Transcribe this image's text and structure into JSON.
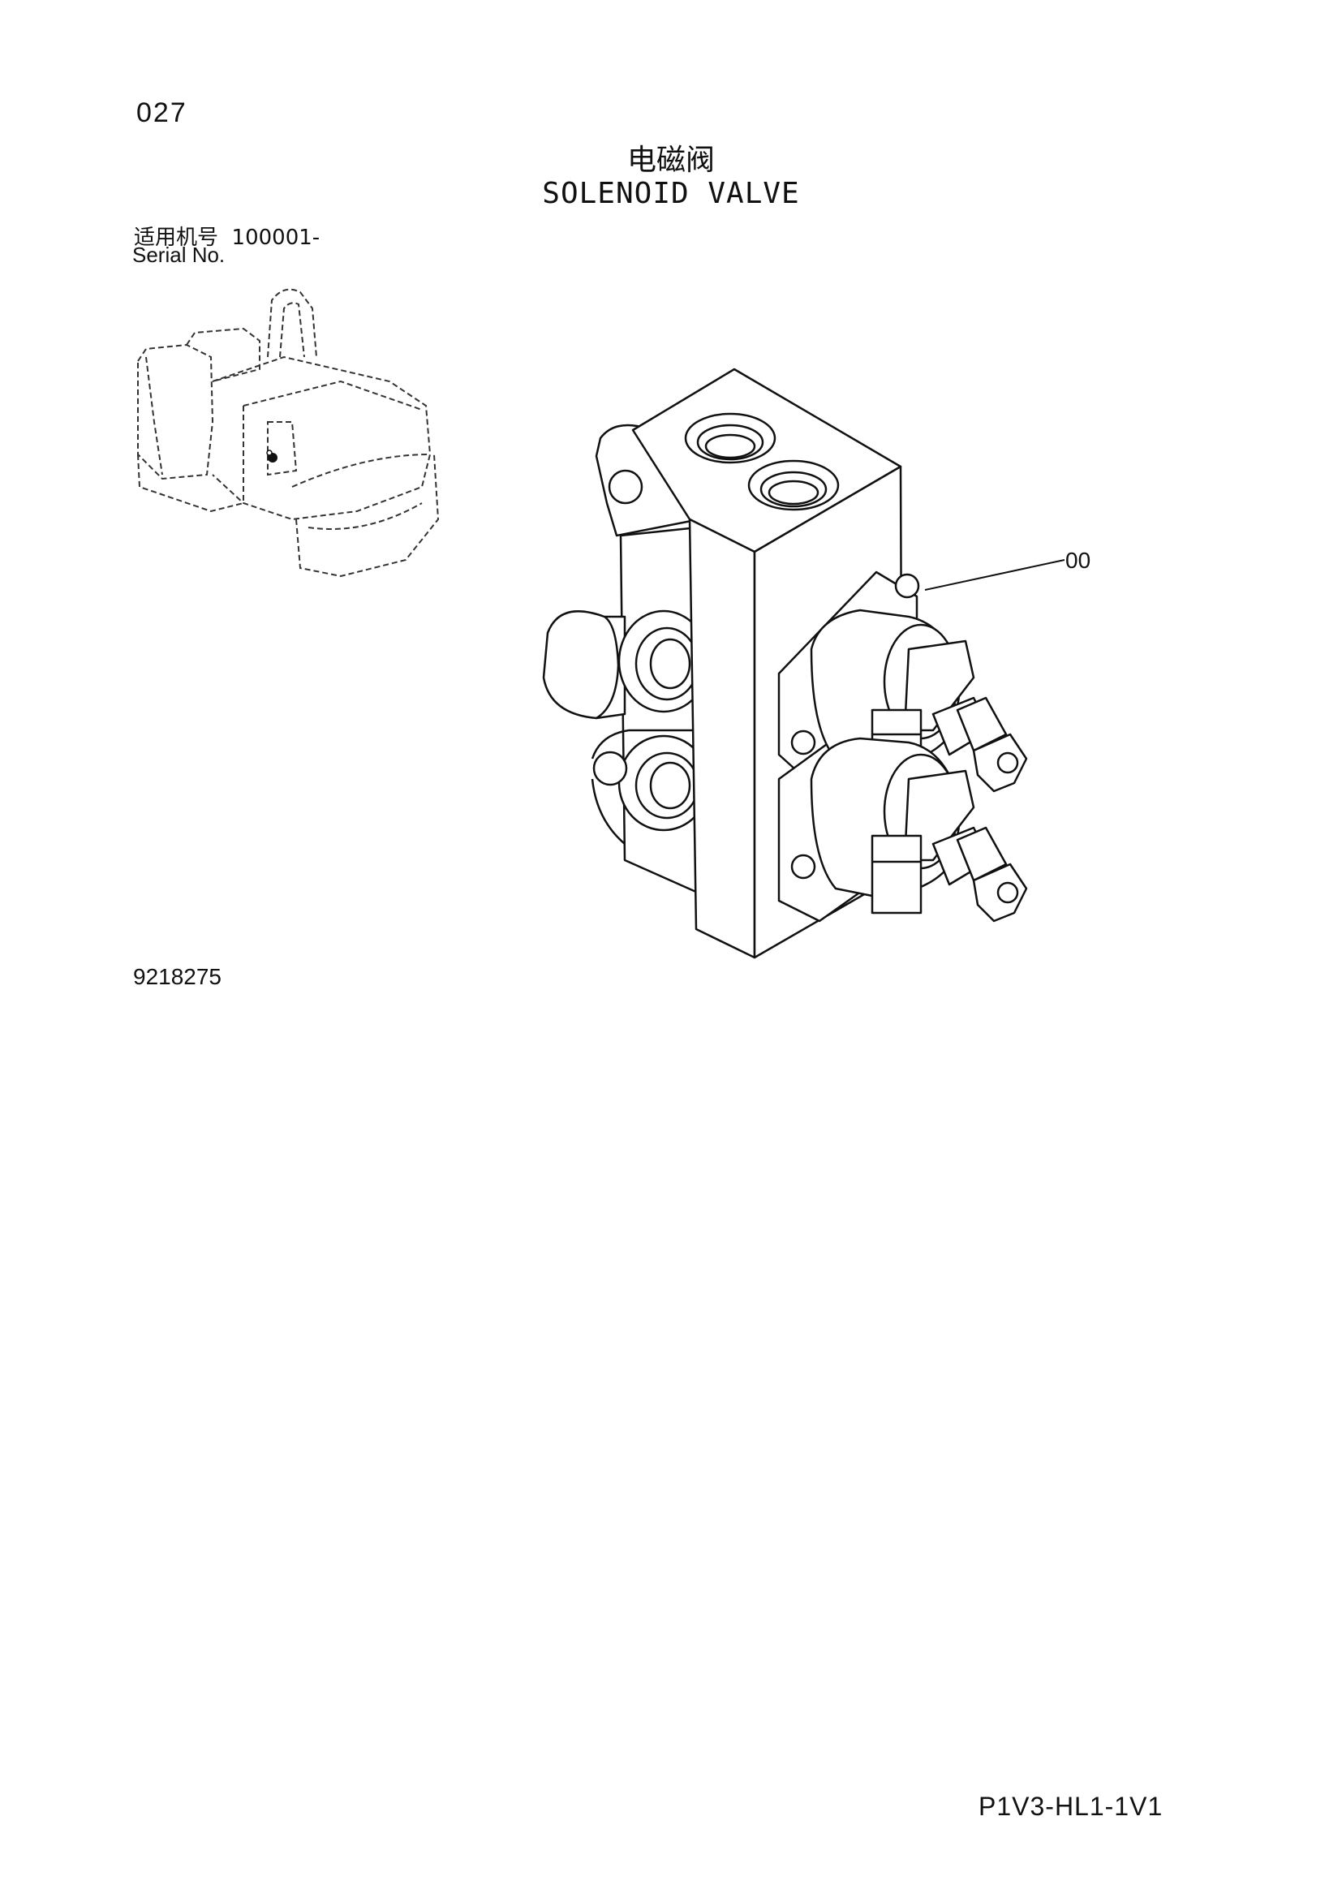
{
  "page": {
    "number": "027",
    "title_cn": "电磁阀",
    "title_en": "SOLENOID VALVE",
    "serial_label_cn": "适用机号",
    "serial_start": "100001-",
    "serial_label_en": "Serial No.",
    "figure_number": "9218275",
    "document_code": "P1V3-HL1-1V1"
  },
  "callouts": [
    {
      "label": "00"
    }
  ]
}
